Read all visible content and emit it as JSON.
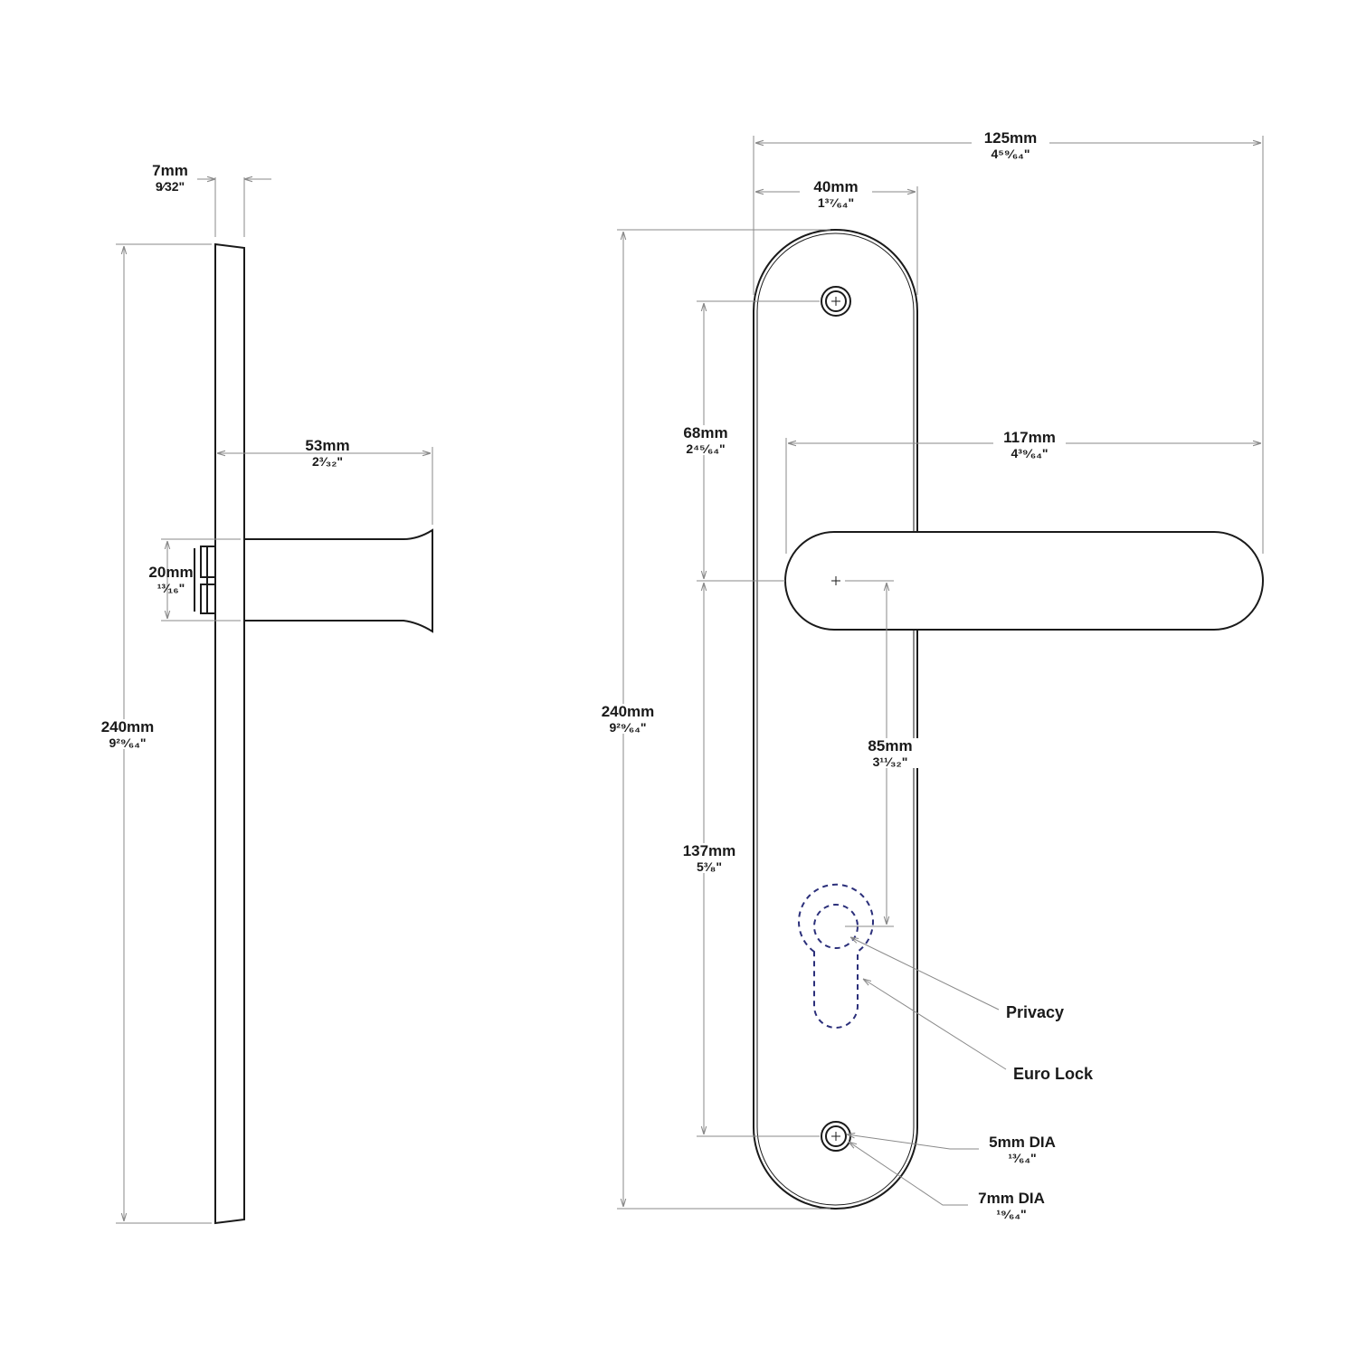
{
  "side_view": {
    "plate_thickness": {
      "mm": "7mm",
      "in": "9⁄32\""
    },
    "plate_height": {
      "mm": "240mm",
      "in": "9²⁹⁄₆₄\""
    },
    "handle_projection": {
      "mm": "53mm",
      "in": "2³⁄₃₂\""
    },
    "handle_diameter": {
      "mm": "20mm",
      "in": "¹³⁄₁₆\""
    }
  },
  "front_view": {
    "overall_width": {
      "mm": "125mm",
      "in": "4⁵⁹⁄₆₄\""
    },
    "plate_width": {
      "mm": "40mm",
      "in": "1³⁷⁄₆₄\""
    },
    "plate_height": {
      "mm": "240mm",
      "in": "9²⁹⁄₆₄\""
    },
    "screw_to_handle": {
      "mm": "68mm",
      "in": "2⁴⁵⁄₆₄\""
    },
    "lever_length": {
      "mm": "117mm",
      "in": "4³⁹⁄₆₄\""
    },
    "handle_to_lock": {
      "mm": "85mm",
      "in": "3¹¹⁄₃₂\""
    },
    "handle_to_screw": {
      "mm": "137mm",
      "in": "5³⁄₈\""
    }
  },
  "callouts": {
    "privacy": "Privacy",
    "euro_lock": "Euro Lock",
    "hole_small": {
      "mm": "5mm DIA",
      "in": "¹³⁄₆₄\""
    },
    "hole_large": {
      "mm": "7mm DIA",
      "in": "¹⁹⁄₆₄\""
    }
  },
  "colors": {
    "outline": "#1a1a1a",
    "dimension": "#8a8a8a",
    "hidden": "#2b2f7a"
  }
}
